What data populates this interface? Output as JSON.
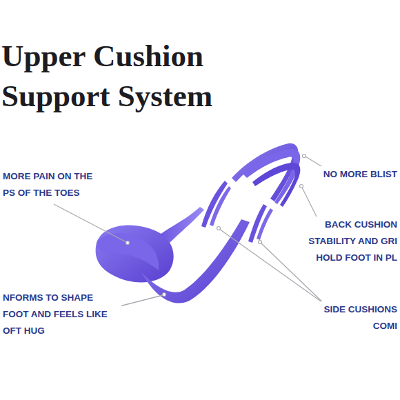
{
  "diagram": {
    "title": "Upper Cushion Support System",
    "labels": [
      "MORE PAIN ON THE PS OF THE TOES",
      "NFORMS TO SHAPE FOOT AND FEELS LIKE OFT HUG",
      "NO MORE BLIST",
      "BACK CUSHION STABILITY AND GRI HOLD FOOT IN PL",
      "SIDE CUSHIONS COMI"
    ]
  }
}
